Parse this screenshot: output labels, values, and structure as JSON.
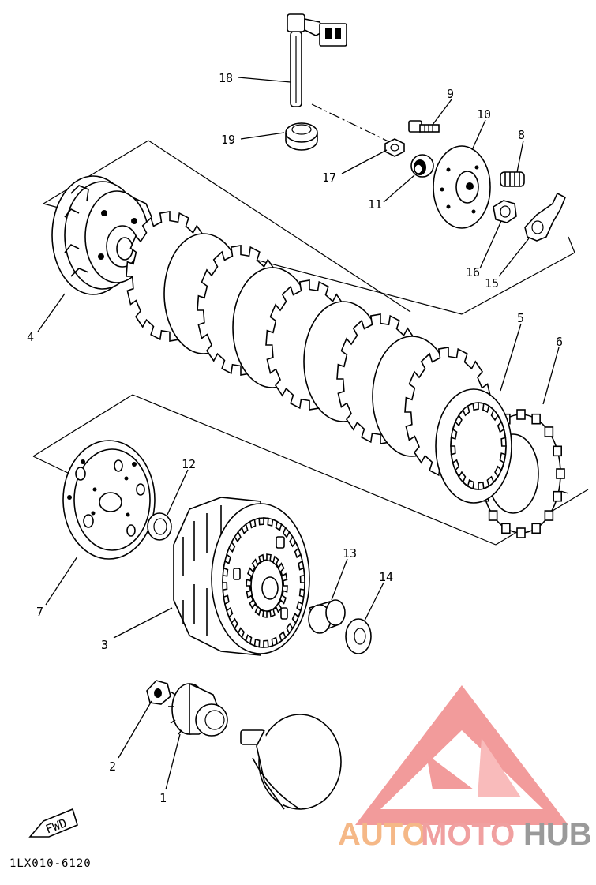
{
  "diagram_code": "1LX010-6120",
  "fwd_label": "FWD",
  "watermark": {
    "part1": "AUTO",
    "part2": "MOTO",
    "part3": "HUB",
    "color1": "#f5b887",
    "color2": "#f0a0a0",
    "color3": "#9a9a9a",
    "logo_color": "#f08a8a"
  },
  "callouts": [
    "18",
    "19",
    "9",
    "10",
    "8",
    "17",
    "11",
    "16",
    "15",
    "4",
    "5",
    "6",
    "12",
    "7",
    "13",
    "14",
    "3",
    "2",
    "1"
  ]
}
